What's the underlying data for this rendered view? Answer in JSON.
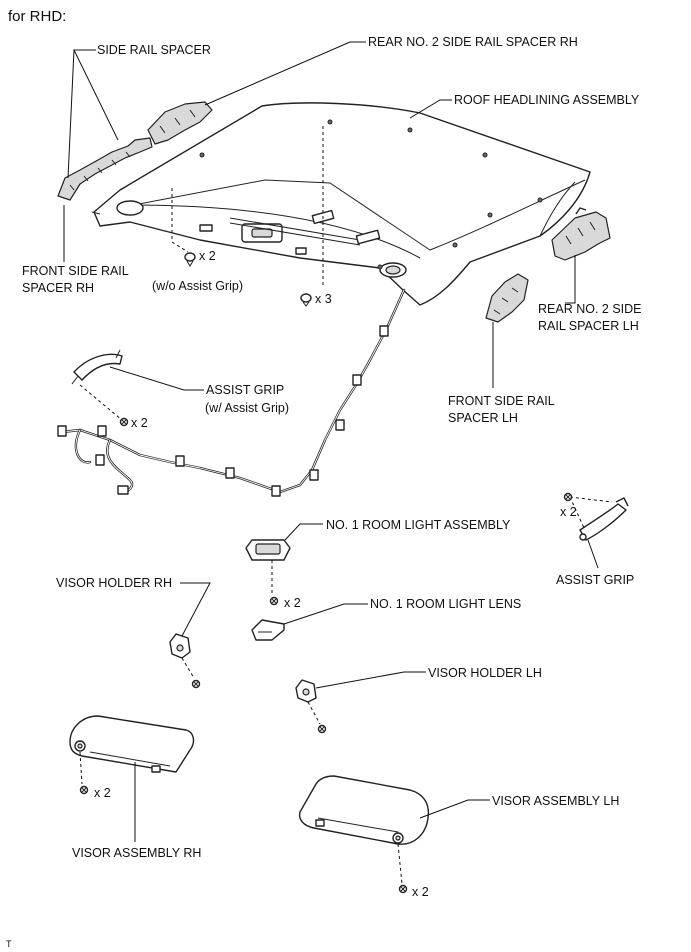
{
  "heading": "for RHD:",
  "corner_mark": "T",
  "labels": {
    "side_rail_spacer": "SIDE RAIL SPACER",
    "rear_no2_side_rail_spacer_rh": "REAR NO. 2 SIDE RAIL SPACER RH",
    "roof_headlining_assembly": "ROOF HEADLINING ASSEMBLY",
    "front_side_rail_spacer_rh_1": "FRONT SIDE RAIL",
    "front_side_rail_spacer_rh_2": "SPACER RH",
    "wo_assist_grip": "(w/o Assist Grip)",
    "rear_no2_side_rail_spacer_lh_1": "REAR NO. 2 SIDE",
    "rear_no2_side_rail_spacer_lh_2": "RAIL SPACER LH",
    "front_side_rail_spacer_lh_1": "FRONT SIDE RAIL",
    "front_side_rail_spacer_lh_2": "SPACER LH",
    "assist_grip_w": "ASSIST GRIP",
    "w_assist_grip": "(w/ Assist Grip)",
    "no1_room_light_assembly": "NO. 1 ROOM LIGHT ASSEMBLY",
    "assist_grip": "ASSIST GRIP",
    "visor_holder_rh": "VISOR HOLDER RH",
    "no1_room_light_lens": "NO. 1 ROOM LIGHT LENS",
    "visor_holder_lh": "VISOR HOLDER LH",
    "visor_assembly_lh": "VISOR ASSEMBLY LH",
    "visor_assembly_rh": "VISOR ASSEMBLY RH"
  },
  "quantities": {
    "clip_wo_grip": "x 2",
    "clip_headlining": "x 3",
    "screw_assist_grip_w": "x 2",
    "room_light_screw": "x 2",
    "assist_grip_screw": "x 2",
    "visor_rh_screw": "x 2",
    "visor_lh_screw": "x 2"
  }
}
